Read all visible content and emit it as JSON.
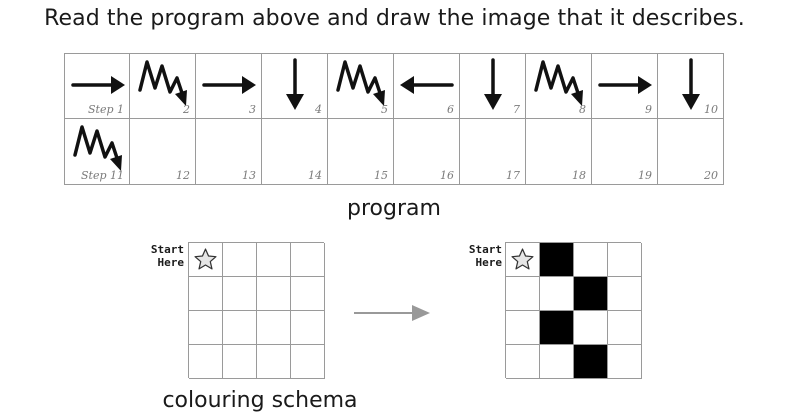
{
  "instruction": "Read the program above and draw the image that it describes.",
  "program": {
    "caption": "program",
    "cells": [
      {
        "step": "Step 1",
        "symbol": "arrow-right-icon"
      },
      {
        "step": "2",
        "symbol": "zigzag-icon"
      },
      {
        "step": "3",
        "symbol": "arrow-right-icon"
      },
      {
        "step": "4",
        "symbol": "arrow-down-icon"
      },
      {
        "step": "5",
        "symbol": "zigzag-icon"
      },
      {
        "step": "6",
        "symbol": "arrow-left-icon"
      },
      {
        "step": "7",
        "symbol": "arrow-down-icon"
      },
      {
        "step": "8",
        "symbol": "zigzag-icon"
      },
      {
        "step": "9",
        "symbol": "arrow-right-icon"
      },
      {
        "step": "10",
        "symbol": "arrow-down-icon"
      },
      {
        "step": "Step 11",
        "symbol": "zigzag-icon"
      },
      {
        "step": "12",
        "symbol": ""
      },
      {
        "step": "13",
        "symbol": ""
      },
      {
        "step": "14",
        "symbol": ""
      },
      {
        "step": "15",
        "symbol": ""
      },
      {
        "step": "16",
        "symbol": ""
      },
      {
        "step": "17",
        "symbol": ""
      },
      {
        "step": "18",
        "symbol": ""
      },
      {
        "step": "19",
        "symbol": ""
      },
      {
        "step": "20",
        "symbol": ""
      }
    ]
  },
  "schema": {
    "caption": "colouring schema",
    "start_label_line1": "Start",
    "start_label_line2": "Here",
    "start_icon": "star-icon",
    "empty_grid": {
      "rows": 4,
      "cols": 4
    },
    "result_grid": {
      "rows": 4,
      "cols": 4,
      "filled": [
        [
          0,
          1
        ],
        [
          1,
          2
        ],
        [
          2,
          1
        ],
        [
          3,
          2
        ]
      ]
    },
    "fill_color": "#000000",
    "flow_arrow_icon": "arrow-right-icon"
  }
}
